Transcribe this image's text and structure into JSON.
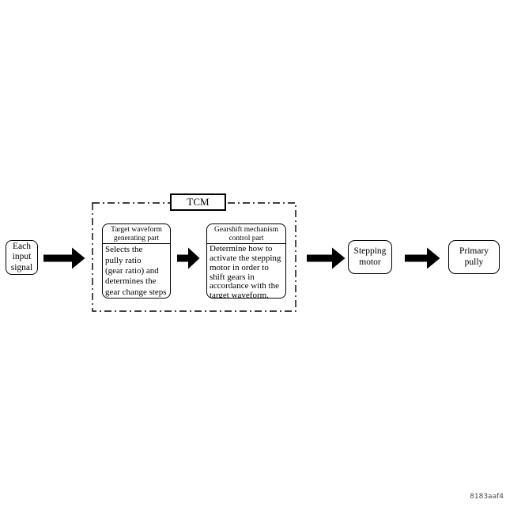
{
  "colors": {
    "background": "#ffffff",
    "line": "#000000",
    "figure_code_text": "#4d4d4d"
  },
  "figure_code": "8183aaf4",
  "diagram": {
    "input_box": {
      "label": "Each\ninput\nsignal"
    },
    "tcm": {
      "label": "TCM",
      "blocks": [
        {
          "title": "Target waveform\ngenerating part",
          "body": "Selects the\npully ratio\n(gear ratio) and\ndetermines the\ngear change steps"
        },
        {
          "title": "Gearshift mechanism\ncontrol part",
          "body": "Determine how to\nactivate the stepping\nmotor in order to\nshift gears in\naccordance with the\ntarget waveform."
        }
      ]
    },
    "output_boxes": [
      {
        "label": "Stepping\nmotor"
      },
      {
        "label": "Primary\npully"
      }
    ]
  }
}
